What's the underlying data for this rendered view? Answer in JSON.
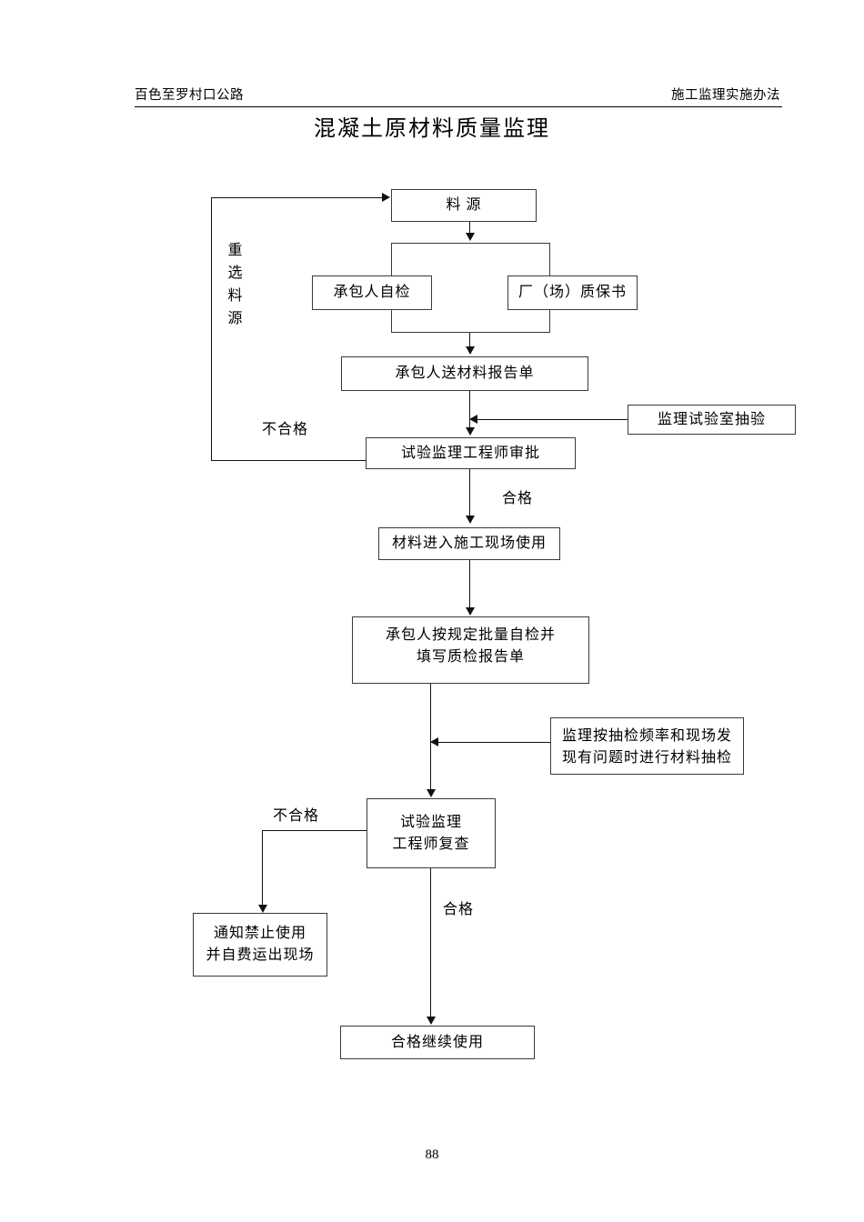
{
  "header": {
    "left": "百色至罗村口公路",
    "right": "施工监理实施办法"
  },
  "title": "混凝土原材料质量监理",
  "page_number": "88",
  "flowchart": {
    "type": "flowchart",
    "nodes": [
      {
        "id": "source",
        "label": "料        源"
      },
      {
        "id": "self-check",
        "label": "承包人自检"
      },
      {
        "id": "factory-cert",
        "label": "厂（场）质保书"
      },
      {
        "id": "report-submit",
        "label": "承包人送材料报告单"
      },
      {
        "id": "lab-sampling",
        "label": "监理试验室抽验"
      },
      {
        "id": "engineer-approve",
        "label": "试验监理工程师审批"
      },
      {
        "id": "material-enter",
        "label": "材料进入施工现场使用"
      },
      {
        "id": "batch-self-check",
        "label": "承包人按规定批量自检并\n填写质检报告单"
      },
      {
        "id": "monitor-sampling",
        "label": "监理按抽检频率和现场发\n现有问题时进行材料抽检"
      },
      {
        "id": "engineer-recheck",
        "label": "试验监理\n工程师复查"
      },
      {
        "id": "forbid-use",
        "label": "通知禁止使用\n并自费运出现场"
      },
      {
        "id": "continue-use",
        "label": "合格继续使用"
      }
    ],
    "edge_labels": {
      "reselect_source": [
        "重",
        "选",
        "料",
        "源"
      ],
      "fail_approve": "不合格",
      "pass_approve": "合格",
      "fail_recheck": "不合格",
      "pass_recheck": "合格"
    }
  }
}
